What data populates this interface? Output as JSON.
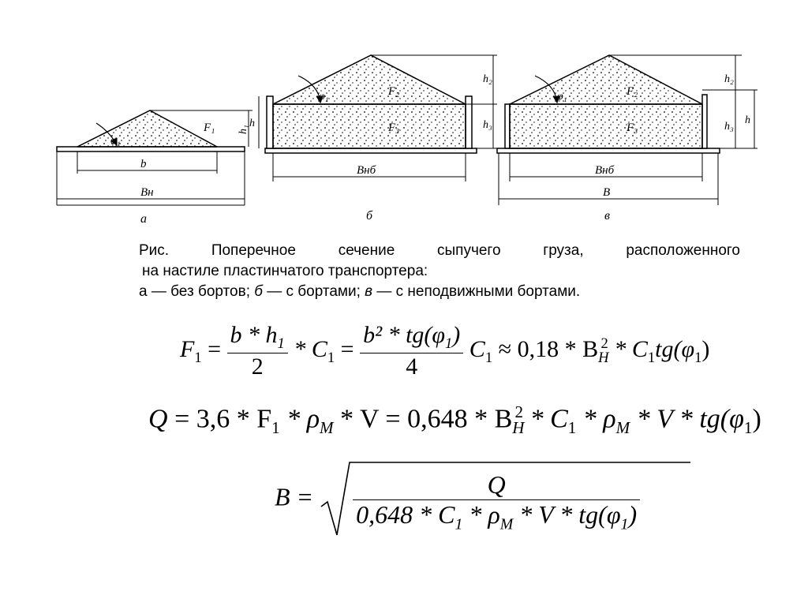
{
  "figure": {
    "labels": {
      "a": {
        "F": "F₁",
        "h": "h₁",
        "phi": "φ₁",
        "b": "b",
        "B": "Bн",
        "letter": "а"
      },
      "b": {
        "F2": "F₂",
        "F3": "F₃",
        "h2": "h₂",
        "h3": "h₃",
        "h": "h",
        "phi": "φ₁",
        "B": "Bнб",
        "letter": "б"
      },
      "c": {
        "F2": "F₂",
        "F3": "F₃",
        "h2": "h₂",
        "h3": "h₃",
        "h": "h",
        "phi": "φ₁",
        "Bnb": "Bнб",
        "B": "B",
        "letter": "в"
      }
    }
  },
  "caption": {
    "line1_words": [
      "Рис.",
      "Поперечное",
      "сечение",
      "сыпучего",
      "груза,",
      "расположенного"
    ],
    "line2": "на настиле пластинчатого транспортера:",
    "line3": {
      "a": "а",
      "a_text": " — без бортов; ",
      "b": "б",
      "b_text": " — с бортами; ",
      "c": "в",
      "c_text": " — с неподвижными бортами."
    }
  },
  "formulas": {
    "f1": {
      "lhs": "F",
      "num1": "b * h",
      "den1": "2",
      "mid1": "* C",
      "num2": "b² * tg(φ",
      "den2": "4",
      "mid2": "C",
      "rhs": "≈ 0,18 * B",
      "tail": "* C",
      "tail2": "tg(φ"
    },
    "f2": {
      "lhs": "Q",
      "part1": "= 3,6 * F",
      "part2": "* ρ",
      "part3": "* V = 0,648 * B",
      "part4": "* C",
      "part5": "* ρ",
      "part6": "* V * tg(φ"
    },
    "f3": {
      "lhs": "B =",
      "num": "Q",
      "den1": "0,648 * C",
      "den2": "* ρ",
      "den3": "* V * tg(φ"
    }
  }
}
